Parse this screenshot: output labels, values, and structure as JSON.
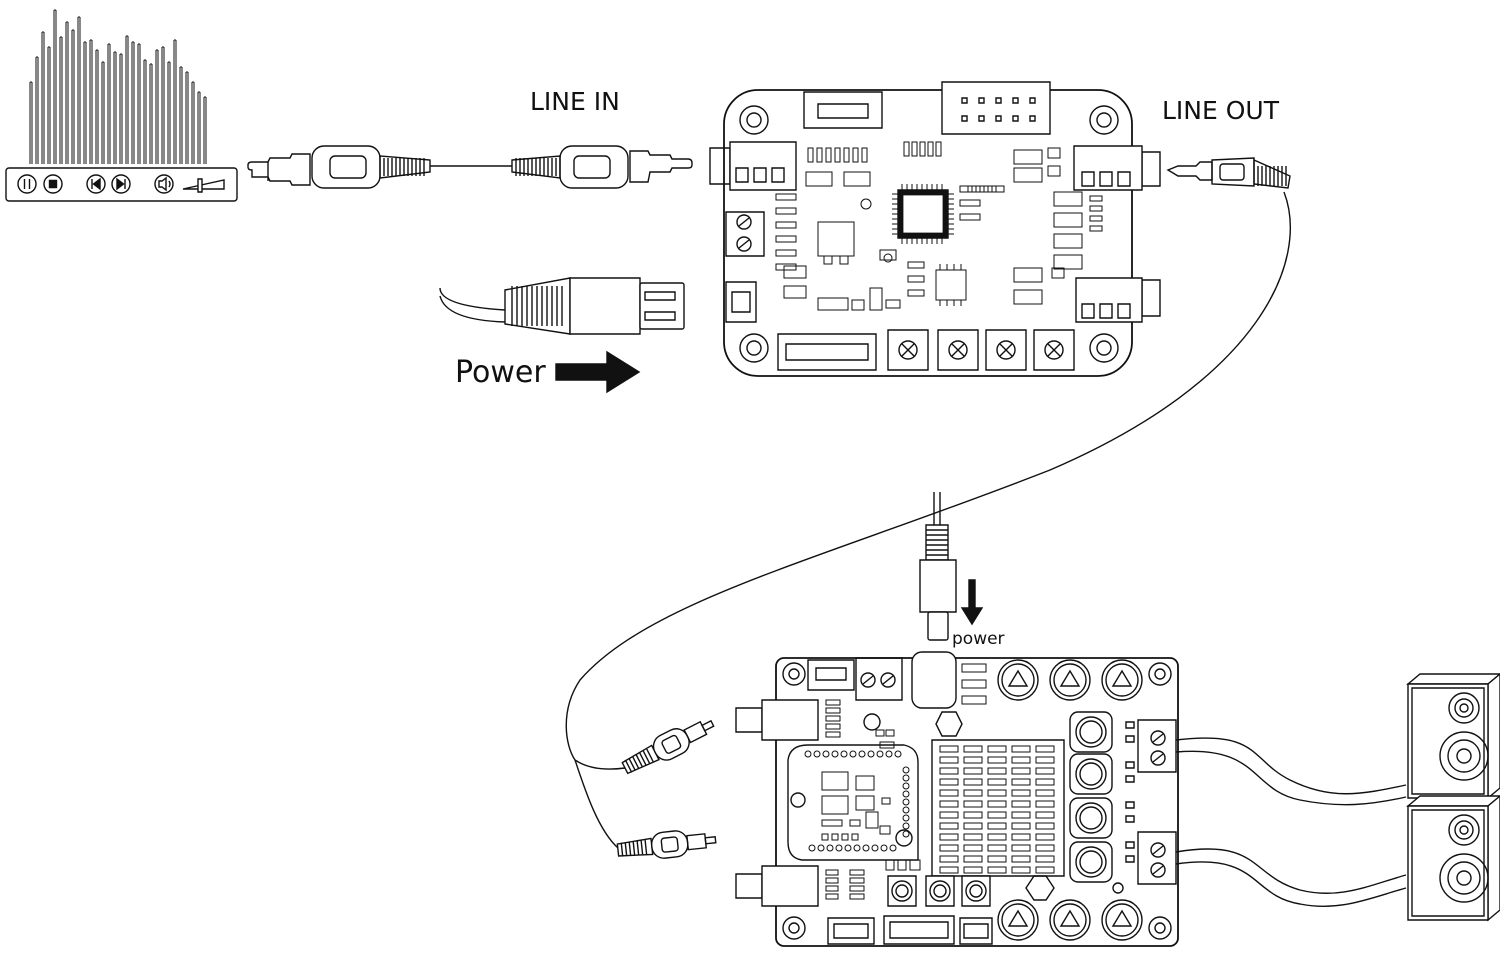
{
  "labels": {
    "line_in": "LINE IN",
    "line_out": "LINE OUT",
    "power_left": "Power",
    "power_bottom": "power"
  },
  "colors": {
    "stroke": "#111111",
    "background": "#ffffff"
  },
  "icons": {
    "player": [
      "pause-icon",
      "stop-icon",
      "previous-icon",
      "next-icon",
      "volume-icon"
    ],
    "connectors": [
      "3.5mm-jack-icon",
      "micro-usb-plug-icon",
      "dc-barrel-plug-icon",
      "rca-plug-icon"
    ],
    "outputs": [
      "speaker-icon"
    ]
  }
}
